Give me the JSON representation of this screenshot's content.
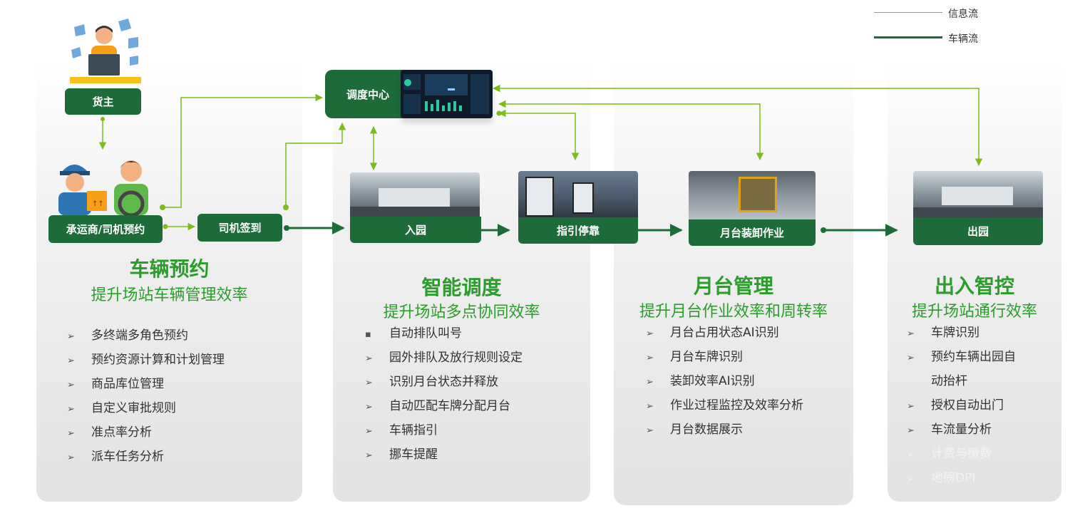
{
  "legend": {
    "info_flow": "信息流",
    "vehicle_flow": "车辆流"
  },
  "colors": {
    "dark_green": "#1e6b3a",
    "accent_green": "#2a9d2a",
    "info_line": "#7dbb1e",
    "vehicle_line": "#1e6b3a"
  },
  "nodes": {
    "owner": "货主",
    "carrier_booking": "承运商/司机预约",
    "driver_checkin": "司机签到",
    "dispatch_center": "调度中心",
    "enter_park": "入园",
    "guide_parking": "指引停靠",
    "dock_loading": "月台装卸作业",
    "exit_park": "出园"
  },
  "sections": [
    {
      "title": "车辆预约",
      "subtitle": "提升场站车辆管理效率",
      "items": [
        "多终端多角色预约",
        "预约资源计算和计划管理",
        "商品库位管理",
        "自定义审批规则",
        "准点率分析",
        "派车任务分析"
      ]
    },
    {
      "title": "智能调度",
      "subtitle": "提升场站多点协同效率",
      "items": [
        "自动排队叫号",
        "园外排队及放行规则设定",
        "识别月台状态并释放",
        "自动匹配车牌分配月台",
        "车辆指引",
        "挪车提醒"
      ]
    },
    {
      "title": "月台管理",
      "subtitle": "提升月台作业效率和周转率",
      "items": [
        "月台占用状态AI识别",
        "月台车牌识别",
        "装卸效率AI识别",
        "作业过程监控及效率分析",
        "月台数据展示"
      ]
    },
    {
      "title": "出入智控",
      "subtitle": "提升场站通行效率",
      "items": [
        "车牌识别",
        "预约车辆出园自",
        "动抬杆",
        "授权自动出门",
        "车流量分析",
        "计费与缴费",
        "地磅DPI"
      ]
    }
  ],
  "bullets": {
    "arrow": "➢",
    "square": "▪"
  }
}
